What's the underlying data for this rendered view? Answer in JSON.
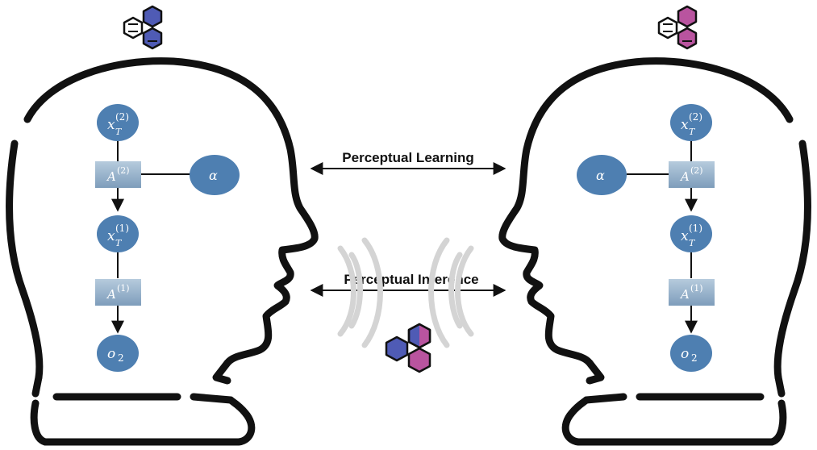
{
  "arrows": {
    "learning_label": "Perceptual Learning",
    "inference_label": "Perceptual Inference"
  },
  "left_agent": {
    "nodes": {
      "x2_base": "x",
      "x2_sub": "T",
      "x2_sup": "(2)",
      "a2_base": "A",
      "a2_sup": "(2)",
      "alpha": "α",
      "x1_base": "x",
      "x1_sub": "T",
      "x1_sup": "(1)",
      "a1_base": "A",
      "a1_sup": "(1)",
      "o_base": "o",
      "o_sub": "2"
    },
    "molecule_color": "#4f5bb5"
  },
  "right_agent": {
    "nodes": {
      "x2_base": "x",
      "x2_sub": "T",
      "x2_sup": "(2)",
      "a2_base": "A",
      "a2_sup": "(2)",
      "alpha": "α",
      "x1_base": "x",
      "x1_sub": "T",
      "x1_sup": "(1)",
      "a1_base": "A",
      "a1_sup": "(1)",
      "o_base": "o",
      "o_sub": "2"
    },
    "molecule_color": "#b9549f"
  },
  "colors": {
    "node_fill": "#4e7fb1",
    "box_fill_top": "#a9c1d6",
    "box_fill_bottom": "#7f9fbd",
    "outline": "#111111",
    "sound_waves": "#d4d4d4",
    "blue_hex": "#4f5bb5",
    "magenta_hex": "#b9549f"
  }
}
